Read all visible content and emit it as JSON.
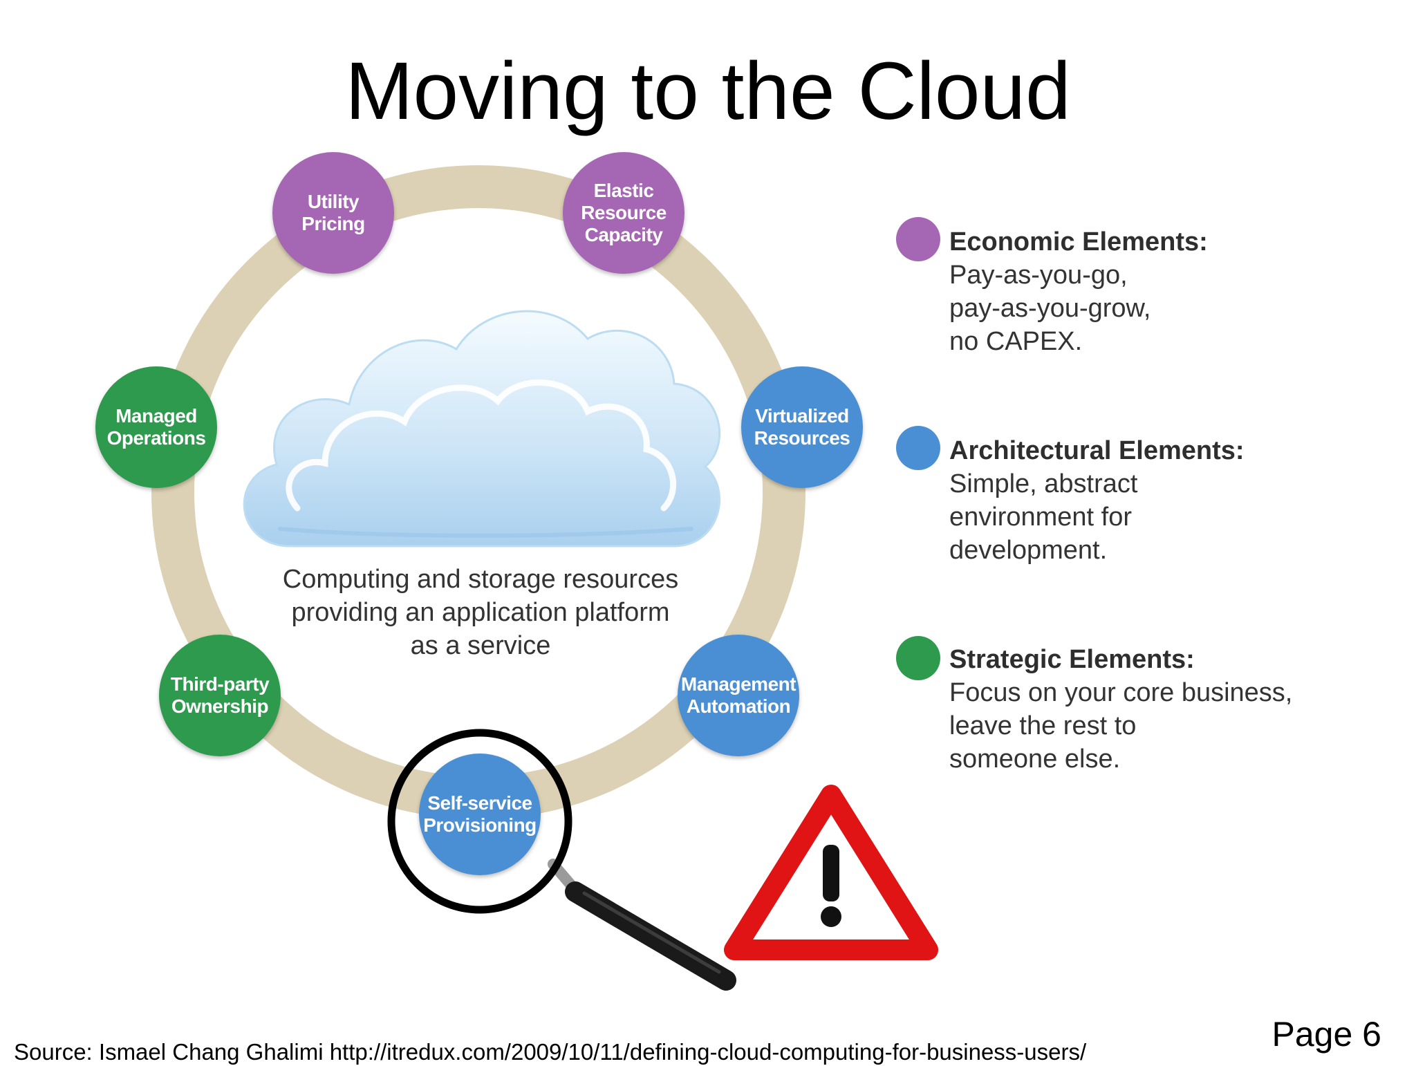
{
  "title": "Moving to the Cloud",
  "colors": {
    "economic": "#a566b3",
    "architectural": "#4a8fd4",
    "strategic": "#2d9a4d",
    "ring": "#dcd1b4",
    "warning": "#e01414"
  },
  "nodes": [
    {
      "label": "Utility\nPricing",
      "group": "economic"
    },
    {
      "label": "Elastic\nResource\nCapacity",
      "group": "economic"
    },
    {
      "label": "Virtualized\nResources",
      "group": "architectural"
    },
    {
      "label": "Management\nAutomation",
      "group": "architectural"
    },
    {
      "label": "Self-service\nProvisioning",
      "group": "architectural"
    },
    {
      "label": "Third-party\nOwnership",
      "group": "strategic"
    },
    {
      "label": "Managed\nOperations",
      "group": "strategic"
    }
  ],
  "center_caption": "Computing and storage resources\nproviding an application platform\nas a service",
  "legend": [
    {
      "heading": "Economic Elements:",
      "body": "Pay-as-you-go,\npay-as-you-grow,\nno CAPEX."
    },
    {
      "heading": "Architectural Elements:",
      "body": "Simple, abstract\nenvironment for\ndevelopment."
    },
    {
      "heading": "Strategic Elements:",
      "body": "Focus on your core business,\nleave the rest to\nsomeone else."
    }
  ],
  "icons": {
    "cloud": "cloud-icon",
    "magnifier": "magnifying-glass-icon",
    "warning": "warning-triangle-icon"
  },
  "source": "Source: Ismael Chang Ghalimi http://itredux.com/2009/10/11/defining-cloud-computing-for-business-users/",
  "page": "Page 6"
}
